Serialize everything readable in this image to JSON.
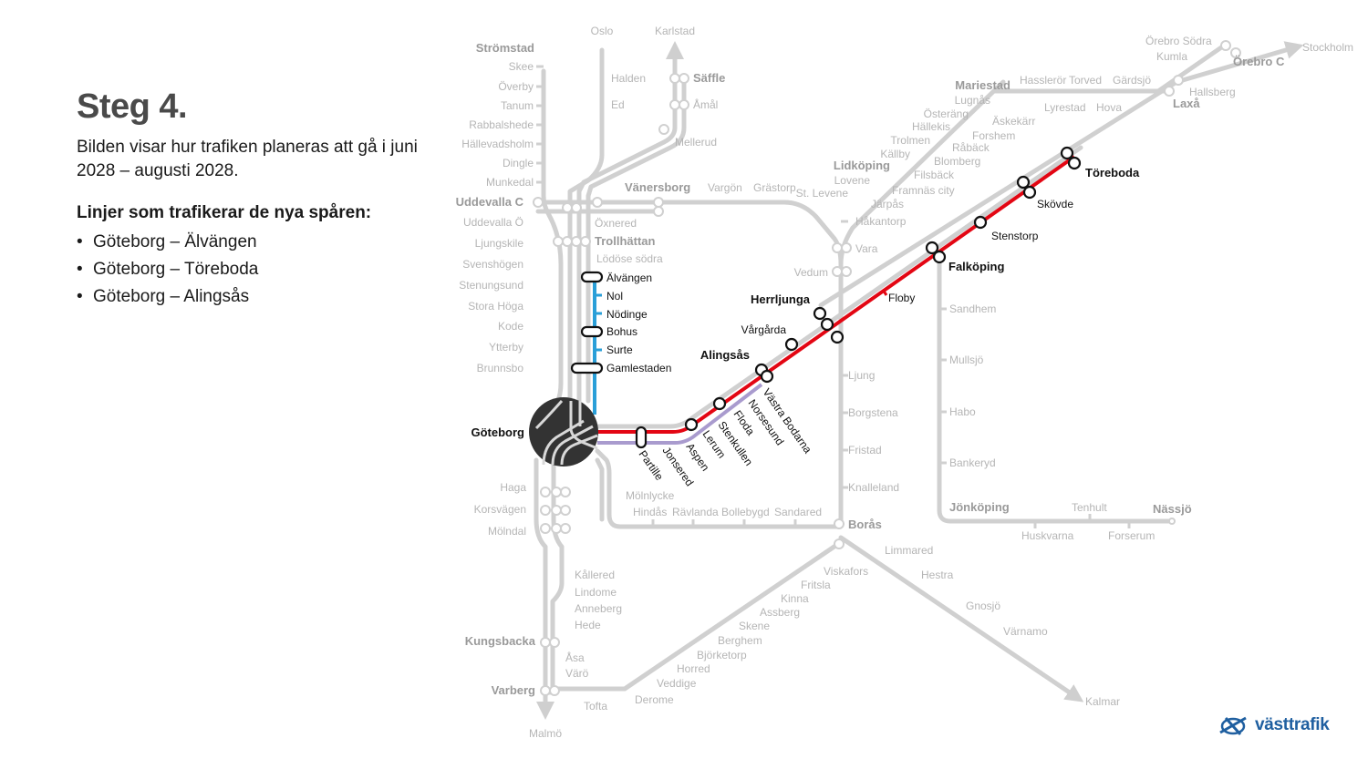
{
  "panel": {
    "title": "Steg 4.",
    "description": "Bilden visar hur trafiken planeras att gå i juni 2028 – augusti 2028.",
    "lines_heading": "Linjer som trafikerar de nya spåren:",
    "lines": [
      "Göteborg – Älvängen",
      "Göteborg – Töreboda",
      "Göteborg – Alingsås"
    ]
  },
  "colors": {
    "track": "#cfcfcf",
    "red_line": "#e30613",
    "blue_line": "#2a9fd8",
    "lilac_line": "#a99bce",
    "hub": "#333333",
    "brand": "#1f5fa0"
  },
  "map": {
    "hub_label": "Göteborg",
    "active_stations": {
      "alvangen_line": [
        "Älvängen",
        "Nol",
        "Nödinge",
        "Bohus",
        "Surte",
        "Gamlestaden"
      ],
      "main_line": [
        "Partille",
        "Jonsered",
        "Aspen",
        "Lerum",
        "Stenkullen",
        "Floda",
        "Norsesund",
        "Västra Bodarna",
        "Alingsås",
        "Vårgårda",
        "Herrljunga",
        "Floby",
        "Falköping",
        "Stenstorp",
        "Skövde",
        "Töreboda"
      ]
    },
    "inactive_stations": {
      "bohuslan": [
        "Strömstad",
        "Skee",
        "Överby",
        "Tanum",
        "Rabbalshede",
        "Hällevadsholm",
        "Dingle",
        "Munkedal",
        "Uddevalla C",
        "Uddevalla Ö",
        "Ljungskile",
        "Svenshögen",
        "Stenungsund",
        "Stora Höga",
        "Kode",
        "Ytterby",
        "Brunnsbo"
      ],
      "norway": [
        "Oslo",
        "Halden",
        "Ed"
      ],
      "vanern": [
        "Karlstad",
        "Säffle",
        "Åmål",
        "Mellerud"
      ],
      "trollhattan": [
        "Vänersborg",
        "Vargön",
        "Grästorp",
        "Öxnered",
        "Trollhättan",
        "Lödöse södra"
      ],
      "kinnekulle": [
        "Mariestad",
        "Lugnås",
        "Österäng",
        "Hällekis",
        "Trolmen",
        "Källby",
        "Lidköping",
        "Lovene",
        "St. Levene",
        "Järpås",
        "Håkantorp",
        "Vara",
        "Vedum",
        "Ljung",
        "Borgstena",
        "Fristad",
        "Knalleland",
        "Borås"
      ],
      "hova": [
        "Hasslerör",
        "Torved",
        "Gärdsjö",
        "Lyrestad",
        "Hova",
        "Laxå",
        "Hallsberg",
        "Örebro C",
        "Kumla",
        "Örebro Södra",
        "Stockholm",
        "Äskekärr",
        "Forshem",
        "Råbäck",
        "Blomberg",
        "Filsbäck",
        "Framnäs city"
      ],
      "jonkoping": [
        "Sandhem",
        "Mullsjö",
        "Habo",
        "Bankeryd",
        "Jönköping",
        "Huskvarna",
        "Tenhult",
        "Forserum",
        "Nässjö"
      ],
      "kust": [
        "Haga",
        "Korsvägen",
        "Mölndal",
        "Kållered",
        "Lindome",
        "Anneberg",
        "Hede",
        "Kungsbacka",
        "Åsa",
        "Värö",
        "Varberg",
        "Malmö",
        "Tofta"
      ],
      "boras": [
        "Mölnlycke",
        "Hindås",
        "Rävlanda",
        "Bollebygd",
        "Sandared"
      ],
      "kalmar": [
        "Limmared",
        "Hestra",
        "Gnosjö",
        "Värnamo",
        "Kalmar"
      ],
      "viskadal": [
        "Viskafors",
        "Fritsla",
        "Kinna",
        "Assberg",
        "Skene",
        "Berghem",
        "Björketorp",
        "Horred",
        "Veddige",
        "Derome"
      ]
    }
  },
  "brand": {
    "name": "västtrafik"
  }
}
